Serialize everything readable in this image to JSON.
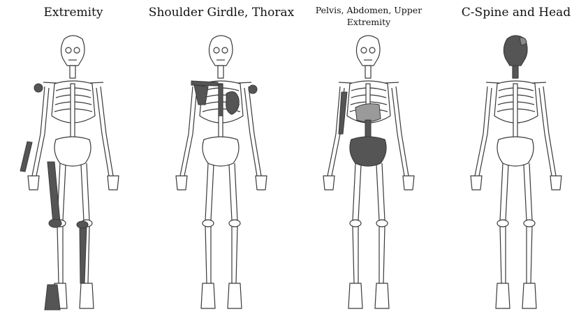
{
  "colors": {
    "highlight": "#555555",
    "bone_fill": "#ffffff",
    "bone_stroke": "#3a3a3a",
    "background": "#ffffff"
  },
  "panels": [
    {
      "title": "Extremity",
      "highlighted_regions": [
        "left-forearm",
        "right-femur",
        "left-tibia",
        "right-foot"
      ]
    },
    {
      "title": "Shoulder Girdle, Thorax",
      "highlighted_regions": [
        "clavicle",
        "scapula",
        "sternum",
        "heart",
        "shoulder-joint"
      ]
    },
    {
      "title": "Pelvis, Abdomen, Upper Extremity",
      "highlighted_regions": [
        "pelvis",
        "lumbar-spine",
        "liver-stomach",
        "humerus"
      ]
    },
    {
      "title": "C-Spine and Head",
      "highlighted_regions": [
        "skull",
        "cervical-spine",
        "brain"
      ]
    }
  ]
}
